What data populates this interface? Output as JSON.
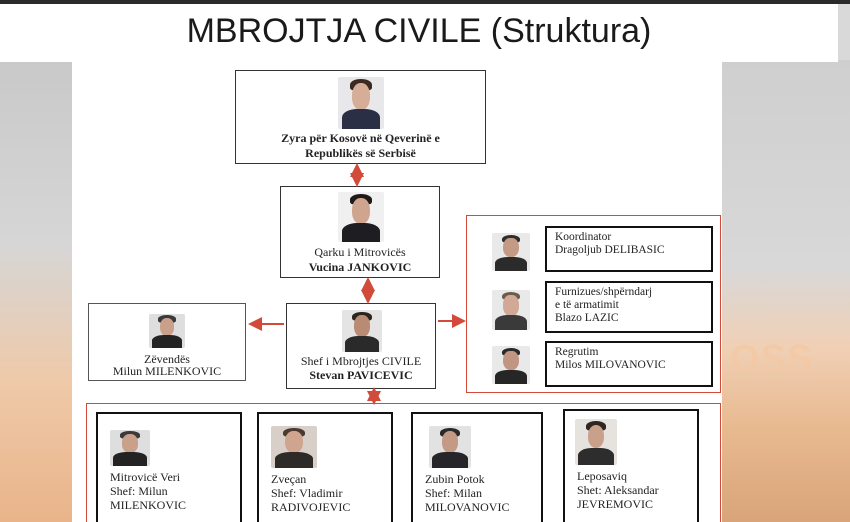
{
  "title": "MBROJTJA CIVILE (Struktura)",
  "top_office": {
    "line1": "Zyra për Kosovë në Qeverinë e",
    "line2": "Republikës së Serbisë"
  },
  "district": {
    "label": "Qarku i Mitrovicës",
    "name": "Vucina JANKOVIC"
  },
  "chief": {
    "label": "Shef i Mbrojtjes CIVILE",
    "name": "Stevan PAVICEVIC"
  },
  "deputy": {
    "label": "Zëvendës",
    "name": "Milun MILENKOVIC"
  },
  "side_roles": [
    {
      "line1": "Koordinator",
      "line2": "Dragoljub DELIBASIC",
      "line3": ""
    },
    {
      "line1": "Furnizues/shpërndarj",
      "line2": "e të armatimit",
      "line3": "Blazo LAZIC"
    },
    {
      "line1": "Regrutim",
      "line2": "Milos MILOVANOVIC",
      "line3": ""
    }
  ],
  "municipalities": [
    {
      "place": "Mitrovicë Veri",
      "chief_line": "Shef: Milun",
      "surname": "MILENKOVIC"
    },
    {
      "place": "Zveçan",
      "chief_line": "Shef: Vladimir",
      "surname": "RADIVOJEVIC"
    },
    {
      "place": "Zubin Potok",
      "chief_line": "Shef: Milan",
      "surname": "MILOVANOVIC"
    },
    {
      "place": "Leposaviq",
      "chief_line": "Shet: Aleksandar",
      "surname": "JEVREMOVIC"
    }
  ],
  "colors": {
    "arrow": "#d24a3a",
    "frame": "#d24a3a"
  }
}
